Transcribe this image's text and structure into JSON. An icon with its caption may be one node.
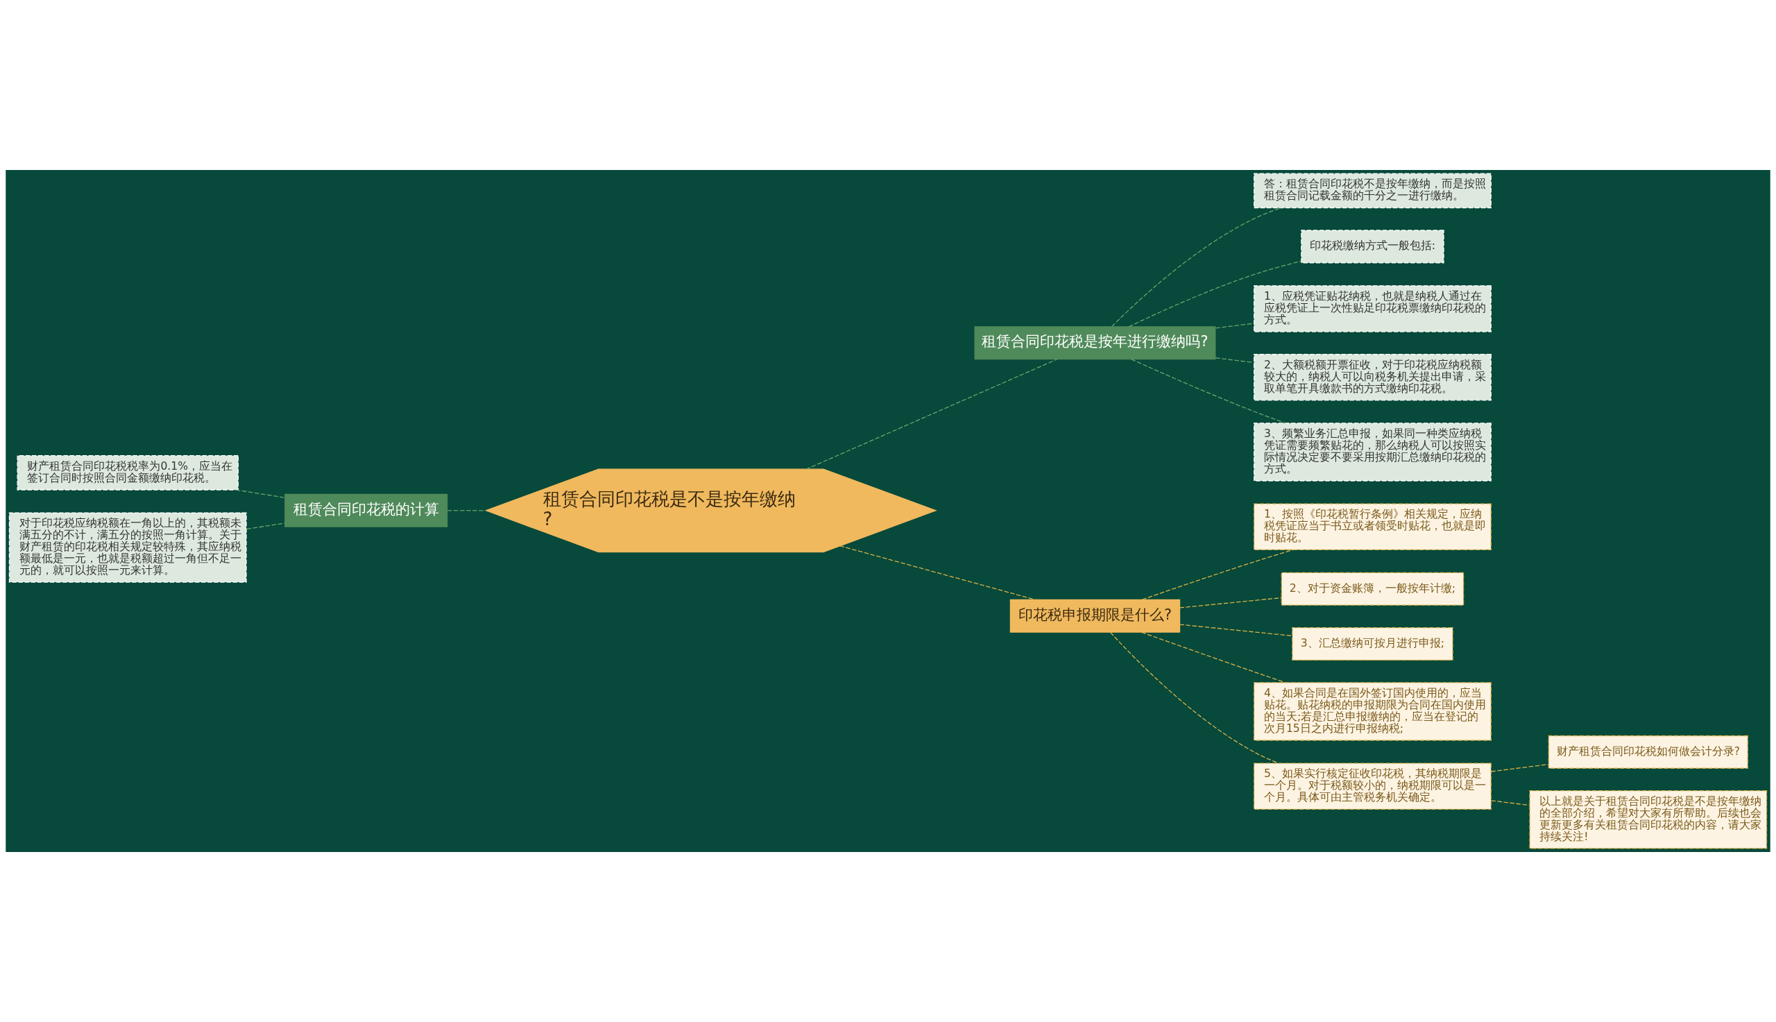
{
  "diagram": {
    "nodes": [
      {
        "text": [
          "租赁合同印花税是不是按年缴纳?"
        ]
      },
      {
        "text": [
          "租赁合同印花税的计算"
        ]
      },
      {
        "text": [
          "财产租赁合同印花税税率为0.1%，应当在签订合同时按照合同金额缴纳印花税。"
        ]
      },
      {
        "text": [
          "对于印花税应纳税额在一角以上的，其税额未满五分的不计，满五分的按照一角计算。关于财产租赁的印花税相关规定较特殊，其应纳税额最低是一元，也就是税额超过一角但不足一元的，就可以按照一元来计算。"
        ]
      },
      {
        "text": [
          "租赁合同印花税是按年进行缴纳吗?"
        ]
      },
      {
        "text": [
          "答：租赁合同印花税不是按年缴纳，而是按照租赁合同记载金额的千分之一进行缴纳。"
        ]
      },
      {
        "text": [
          "印花税缴纳方式一般包括:"
        ]
      },
      {
        "text": [
          "1、应税凭证贴花纳税，也就是纳税人通过在应税凭证上一次性贴足印花税票缴纳印花税的方式。"
        ]
      },
      {
        "text": [
          "2、大额税额开票征收，对于印花税应纳税额较大的，纳税人可以向税务机关提出申请，采取单笔开具缴款书的方式缴纳印花税。"
        ]
      },
      {
        "text": [
          "3、频繁业务汇总申报，如果同一种类应纳税凭证需要频繁贴花的，那么纳税人可以按照实际情况决定要不要采用按期汇总缴纳印花税的方式。"
        ]
      },
      {
        "text": [
          "印花税申报期限是什么?"
        ]
      },
      {
        "text": [
          "1、按照《印花税暂行条例》相关规定，应纳税凭证应当于书立或者领受时贴花，也就是即时贴花。"
        ]
      },
      {
        "text": [
          "2、对于资金账簿，一般按年计缴;"
        ]
      },
      {
        "text": [
          "3、汇总缴纳可按月进行申报;"
        ]
      },
      {
        "text": [
          "4、如果合同是在国外签订国内使用的，应当贴花。贴花纳税的申报期限为合同在国内使用的当天;若是汇总申报缴纳的，应当在登记的次月15日之内进行申报纳税;"
        ]
      },
      {
        "text": [
          "5、如果实行核定征收印花税，其纳税期限是一个月。对于税额较小的，纳税期限可以是一个月。具体可由主管税务机关确定。"
        ]
      },
      {
        "text": [
          "财产租赁合同印花税如何做会计分录?"
        ]
      },
      {
        "text": [
          "以上就是关于租赁合同印花税是不是按年缴纳的全部介绍，希望对大家有所帮助。后续也会更新更多有关租赁合同印花税的内容，请大家持续关注!"
        ]
      }
    ],
    "edges": [
      {
        "from": 0,
        "to": 1,
        "arrow": "none",
        "style": "dashed",
        "color": "#6aa66f"
      },
      {
        "from": 1,
        "to": 2,
        "arrow": "none",
        "style": "dashed",
        "color": "#6aa66f"
      },
      {
        "from": 1,
        "to": 3,
        "arrow": "none",
        "style": "dashed",
        "color": "#6aa66f"
      },
      {
        "from": 0,
        "to": 4,
        "arrow": "none",
        "style": "dashed",
        "color": "#6aa66f"
      },
      {
        "from": 4,
        "to": 5,
        "arrow": "none",
        "style": "dashed",
        "color": "#6aa66f"
      },
      {
        "from": 4,
        "to": 6,
        "arrow": "none",
        "style": "dashed",
        "color": "#6aa66f"
      },
      {
        "from": 4,
        "to": 7,
        "arrow": "none",
        "style": "dashed",
        "color": "#6aa66f"
      },
      {
        "from": 4,
        "to": 8,
        "arrow": "none",
        "style": "dashed",
        "color": "#6aa66f"
      },
      {
        "from": 4,
        "to": 9,
        "arrow": "none",
        "style": "dashed",
        "color": "#6aa66f"
      },
      {
        "from": 0,
        "to": 10,
        "arrow": "none",
        "style": "dashed",
        "color": "#d9b24a"
      },
      {
        "from": 10,
        "to": 11,
        "arrow": "none",
        "style": "dashed",
        "color": "#d9b24a"
      },
      {
        "from": 10,
        "to": 12,
        "arrow": "none",
        "style": "dashed",
        "color": "#d9b24a"
      },
      {
        "from": 10,
        "to": 13,
        "arrow": "none",
        "style": "dashed",
        "color": "#d9b24a"
      },
      {
        "from": 10,
        "to": 14,
        "arrow": "none",
        "style": "dashed",
        "color": "#d9b24a"
      },
      {
        "from": 10,
        "to": 15,
        "arrow": "none",
        "style": "dashed",
        "color": "#d9b24a"
      },
      {
        "from": 15,
        "to": 16,
        "arrow": "none",
        "style": "dashed",
        "color": "#d9b24a"
      },
      {
        "from": 15,
        "to": 17,
        "arrow": "none",
        "style": "dashed",
        "color": "#d9b24a"
      }
    ]
  }
}
